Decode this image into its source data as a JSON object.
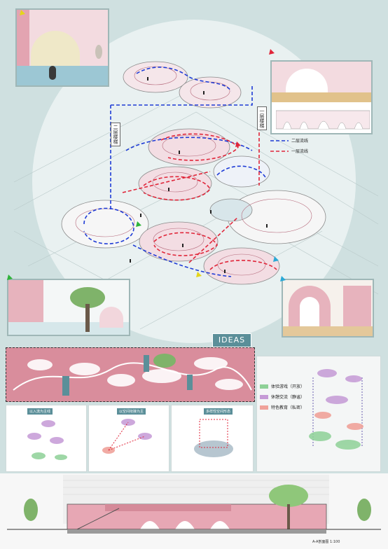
{
  "labels": {
    "stair_2f": "二层楼梯",
    "stair_1f": "一层楼梯",
    "legend_2f": "二层流线",
    "legend_1f": "一层流线",
    "ideas": "IDEAS",
    "lower_legend": [
      "体验游戏（开放）",
      "休憩交流（静谧）",
      "特色教育（私密）"
    ],
    "lower_diagrams": [
      "以入流为主线",
      "以空间衔接为主",
      "多样性空间形态"
    ],
    "section_caption": "A-A剖面图 1:100"
  },
  "colors": {
    "bg": "#cfe0e0",
    "pink": "#e7a7b4",
    "blue_line": "#1e3bd6",
    "red_line": "#e0263a",
    "teal": "#5b8f99"
  }
}
